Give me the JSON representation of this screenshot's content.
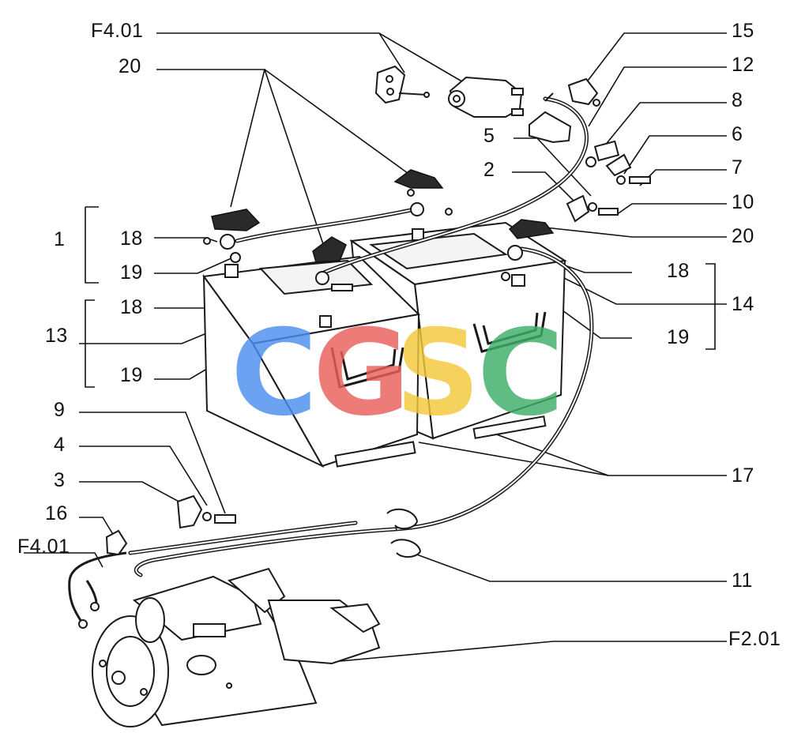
{
  "labels": {
    "f401_top": "F4.01",
    "n20_top": "20",
    "n15": "15",
    "n12": "12",
    "n8": "8",
    "n5": "5",
    "n6": "6",
    "n2": "2",
    "n7": "7",
    "n10": "10",
    "n1": "1",
    "n18_a": "18",
    "n20_right": "20",
    "n19_a": "19",
    "n18_right": "18",
    "n18_b": "18",
    "n14": "14",
    "n13": "13",
    "n19_right": "19",
    "n19_b": "19",
    "n9": "9",
    "n4": "4",
    "n17": "17",
    "n3": "3",
    "n16": "16",
    "f401_bottom": "F4.01",
    "n11": "11",
    "f201": "F2.01"
  },
  "watermark": {
    "letters": [
      "C",
      "G",
      "S",
      "C"
    ],
    "colors": [
      "#4d8ef0",
      "#ea5f5a",
      "#f3c93a",
      "#3fae6a"
    ]
  }
}
